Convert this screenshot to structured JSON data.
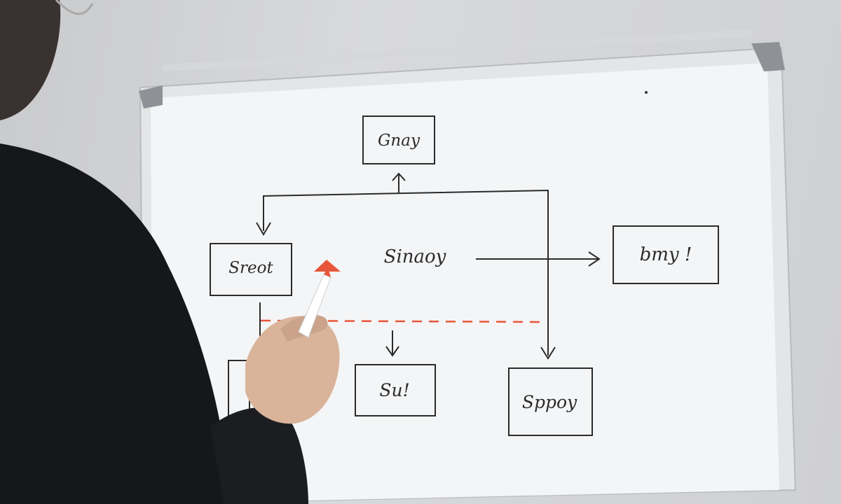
{
  "scene": {
    "description_label": "whiteboard"
  },
  "diagram": {
    "nodes": {
      "top": "Gnay",
      "left": "Sreot",
      "center": "Sinaoy",
      "right": "bmy !",
      "bottom_middle": "Su!",
      "bottom_right": "Sppoy"
    }
  },
  "colors": {
    "wall": "#cfd0d2",
    "board": "#f4f5f6",
    "frame": "#dfe1e3",
    "ink": "#2b2b2b",
    "marker_red": "#e8563a",
    "sleeve": "#15171a",
    "skin": "#d9b49a"
  }
}
